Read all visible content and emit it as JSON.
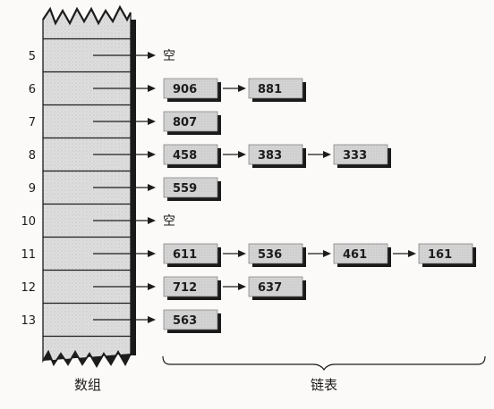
{
  "rows": [
    {
      "index": "5",
      "empty_label": "空",
      "nodes": []
    },
    {
      "index": "6",
      "nodes": [
        "906",
        "881"
      ]
    },
    {
      "index": "7",
      "nodes": [
        "807"
      ]
    },
    {
      "index": "8",
      "nodes": [
        "458",
        "383",
        "333"
      ]
    },
    {
      "index": "9",
      "nodes": [
        "559"
      ]
    },
    {
      "index": "10",
      "empty_label": "空",
      "nodes": []
    },
    {
      "index": "11",
      "nodes": [
        "611",
        "536",
        "461",
        "161"
      ]
    },
    {
      "index": "12",
      "nodes": [
        "712",
        "637"
      ]
    },
    {
      "index": "13",
      "nodes": [
        "563"
      ]
    }
  ],
  "labels": {
    "array": "数组",
    "linked_list": "链表"
  },
  "colors": {
    "box_fill": "#d6d6d6",
    "box_shadow": "#1a1a1a",
    "array_fill": "#dcdcdc",
    "ink": "#1c1c1c"
  }
}
